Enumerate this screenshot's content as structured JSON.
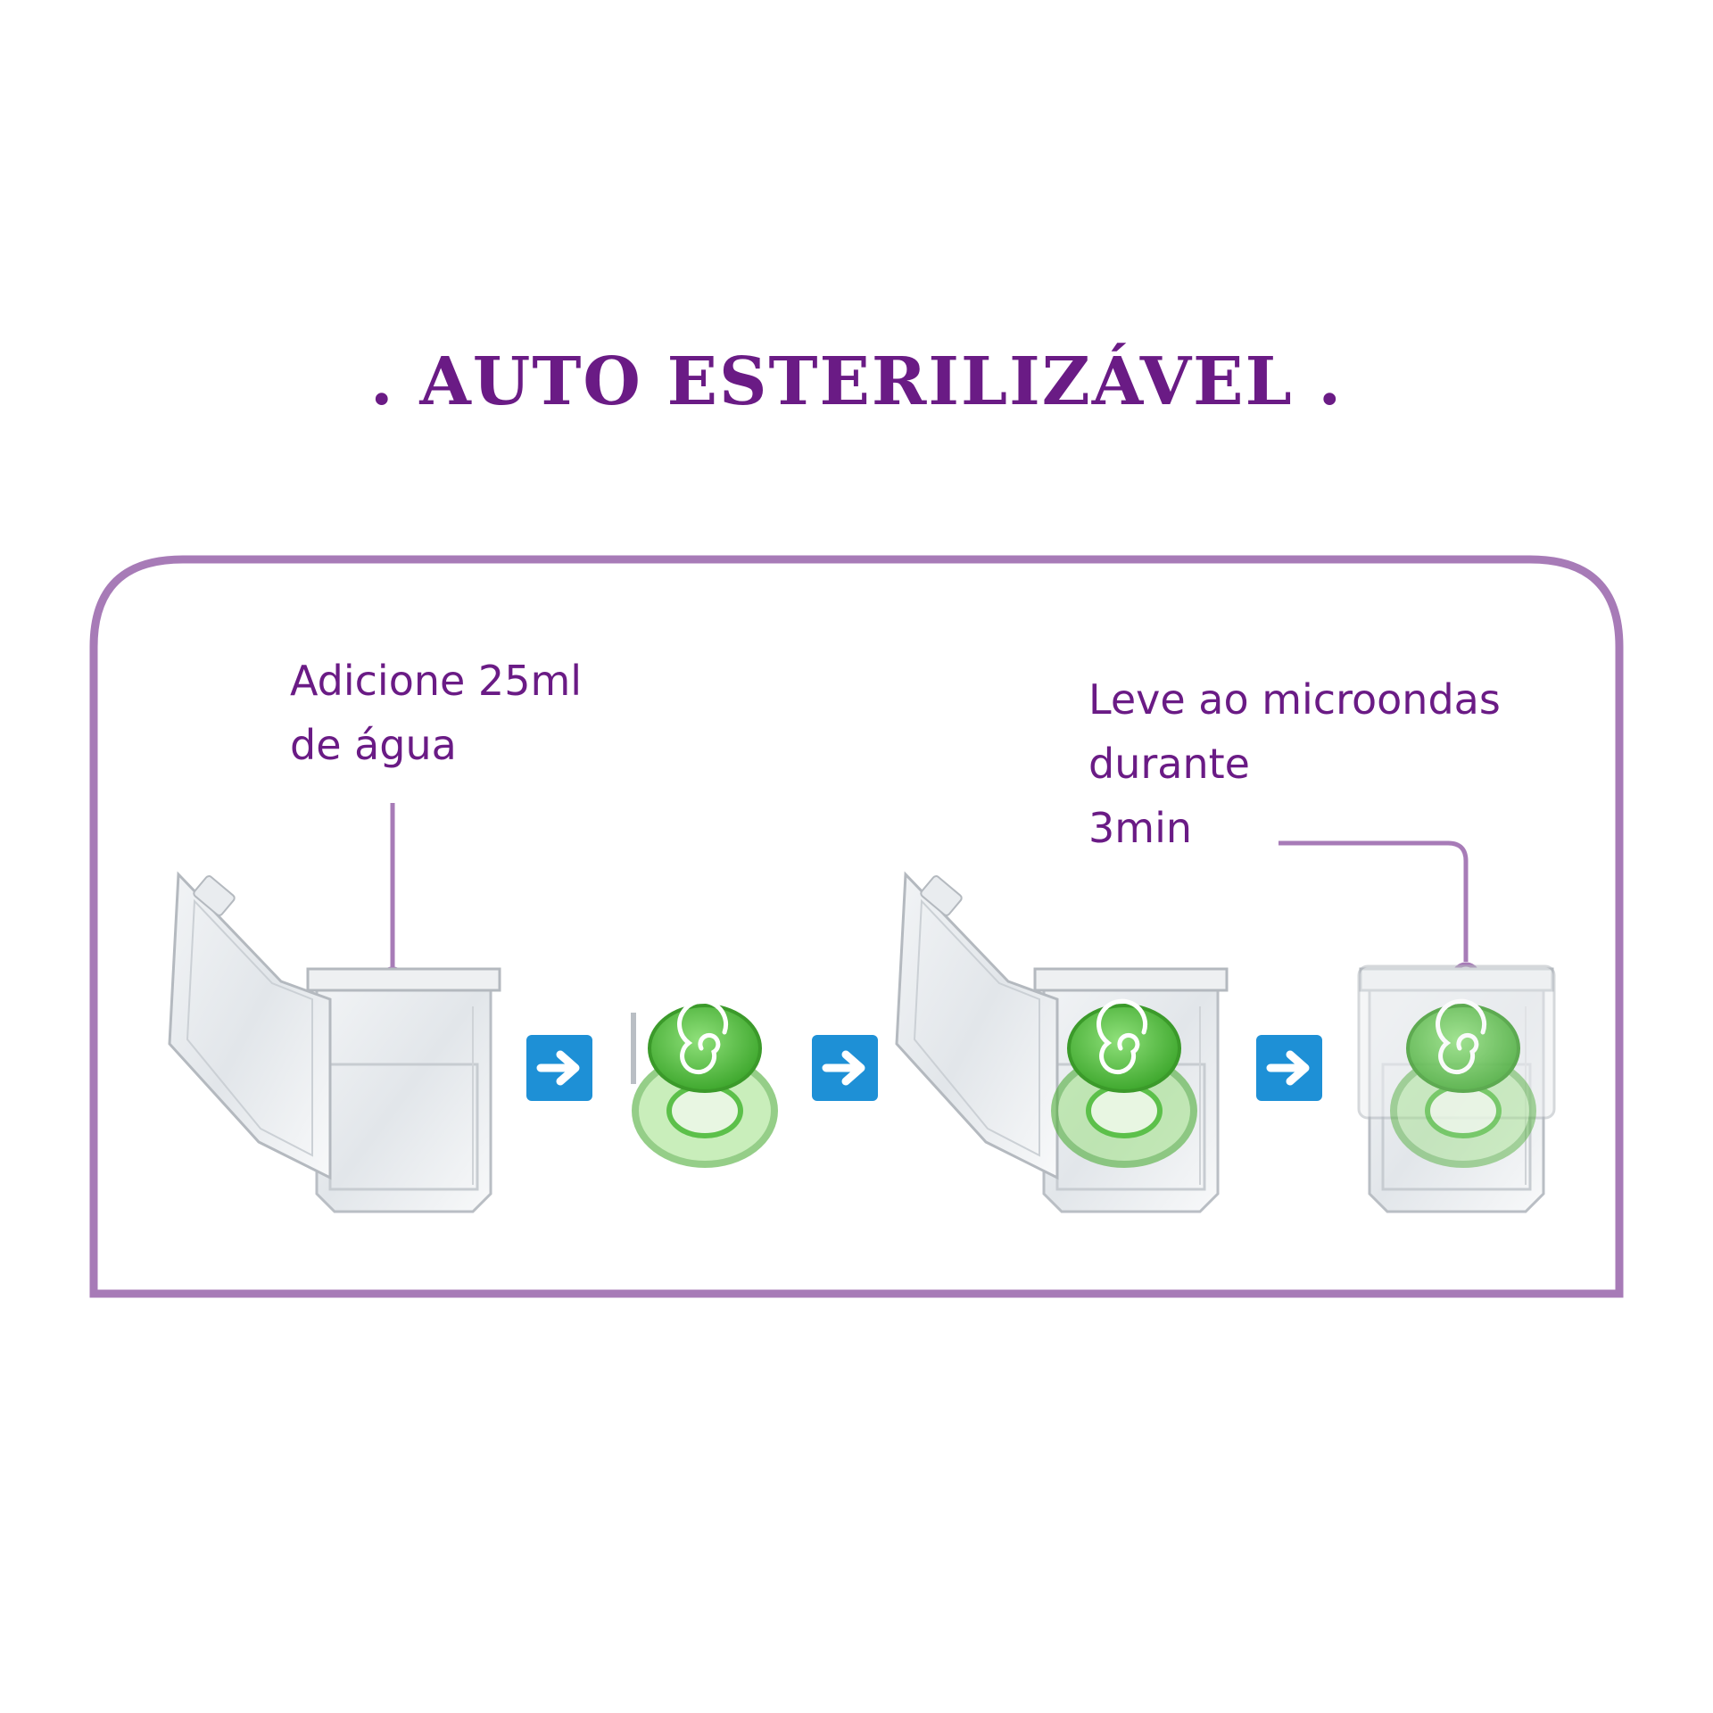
{
  "title": ". AUTO ESTERILIZÁVEL .",
  "steps": {
    "step1": {
      "lines": [
        "Adicione 25ml",
        "de água"
      ]
    },
    "step2": {
      "lines": [
        "Leve ao microondas",
        "durante",
        "3min"
      ]
    }
  },
  "icons": {
    "arrow": "arrow-right-icon",
    "box_open": "pacifier-box-open-icon",
    "pacifier": "pacifier-icon",
    "box_closed": "pacifier-box-closed-icon"
  },
  "colors": {
    "title": "#6a1b85",
    "frame": "#a77bb7",
    "arrow_bg": "#1e90d6",
    "pacifier": "#5cc04a"
  }
}
